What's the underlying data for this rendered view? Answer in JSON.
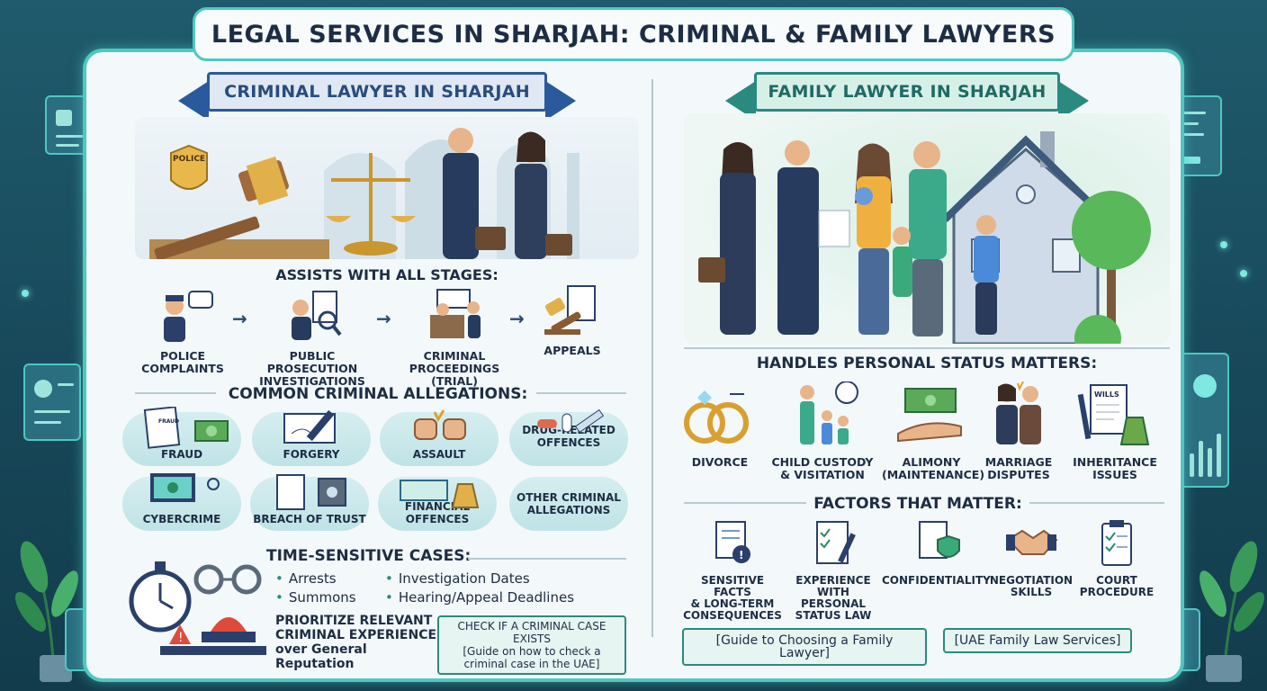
{
  "title": "LEGAL SERVICES IN SHARJAH: CRIMINAL & FAMILY LAWYERS",
  "criminal": {
    "banner": "CRIMINAL LAWYER IN SHARJAH",
    "badge": "POLICE",
    "stages_heading": "ASSISTS WITH ALL STAGES:",
    "stages": [
      {
        "line1": "POLICE",
        "line2": "COMPLAINTS"
      },
      {
        "line1": "PUBLIC PROSECUTION",
        "line2": "INVESTIGATIONS"
      },
      {
        "line1": "CRIMINAL",
        "line2": "PROCEEDINGS (TRIAL)"
      },
      {
        "line1": "APPEALS",
        "line2": ""
      }
    ],
    "allegations_heading": "COMMON CRIMINAL ALLEGATIONS:",
    "allegations": [
      {
        "line1": "FRAUD",
        "line2": ""
      },
      {
        "line1": "FORGERY",
        "line2": ""
      },
      {
        "line1": "ASSAULT",
        "line2": ""
      },
      {
        "line1": "DRUG-RELATED",
        "line2": "OFFENCES"
      },
      {
        "line1": "CYBERCRIME",
        "line2": ""
      },
      {
        "line1": "BREACH OF TRUST",
        "line2": ""
      },
      {
        "line1": "FINANCIAL OFFENCES",
        "line2": ""
      },
      {
        "line1": "OTHER CRIMINAL",
        "line2": "ALLEGATIONS"
      }
    ],
    "fraud_doc_label": "FRAUD",
    "time_heading": "TIME-SENSITIVE CASES:",
    "time_col1": [
      "Arrests",
      "Summons"
    ],
    "time_col2": [
      "Investigation Dates",
      "Hearing/Appeal Deadlines"
    ],
    "priority": {
      "line1": "PRIORITIZE RELEVANT",
      "line2": "CRIMINAL EXPERIENCE",
      "line3": "over General Reputation"
    },
    "check_link": {
      "line1": "CHECK IF A CRIMINAL CASE EXISTS",
      "line2": "[Guide on how to check a",
      "line3": "criminal case in the UAE]"
    }
  },
  "family": {
    "banner": "FAMILY LAWYER IN SHARJAH",
    "status_heading": "HANDLES PERSONAL STATUS MATTERS:",
    "status": [
      {
        "line1": "DIVORCE",
        "line2": ""
      },
      {
        "line1": "CHILD CUSTODY",
        "line2": "& VISITATION"
      },
      {
        "line1": "ALIMONY",
        "line2": "(MAINTENANCE)"
      },
      {
        "line1": "MARRIAGE",
        "line2": "DISPUTES"
      },
      {
        "line1": "INHERITANCE",
        "line2": "ISSUES"
      }
    ],
    "wills_label": "WILLS",
    "factors_heading": "FACTORS THAT MATTER:",
    "factors": [
      {
        "line1": "SENSITIVE FACTS",
        "line2": "& LONG-TERM",
        "line3": "CONSEQUENCES"
      },
      {
        "line1": "EXPERIENCE",
        "line2": "WITH PERSONAL",
        "line3": "STATUS LAW"
      },
      {
        "line1": "CONFIDENTIALITY",
        "line2": "",
        "line3": ""
      },
      {
        "line1": "NEGOTIATION",
        "line2": "SKILLS",
        "line3": ""
      },
      {
        "line1": "COURT",
        "line2": "PROCEDURE",
        "line3": ""
      }
    ],
    "link_guide": "[Guide to Choosing a Family Lawyer]",
    "link_services": "[UAE Family Law Services]"
  },
  "colors": {
    "accent": "#4fc8c0",
    "navy": "#2a5a9c",
    "teal": "#2a8a80",
    "bg": "#1f5b6c"
  }
}
